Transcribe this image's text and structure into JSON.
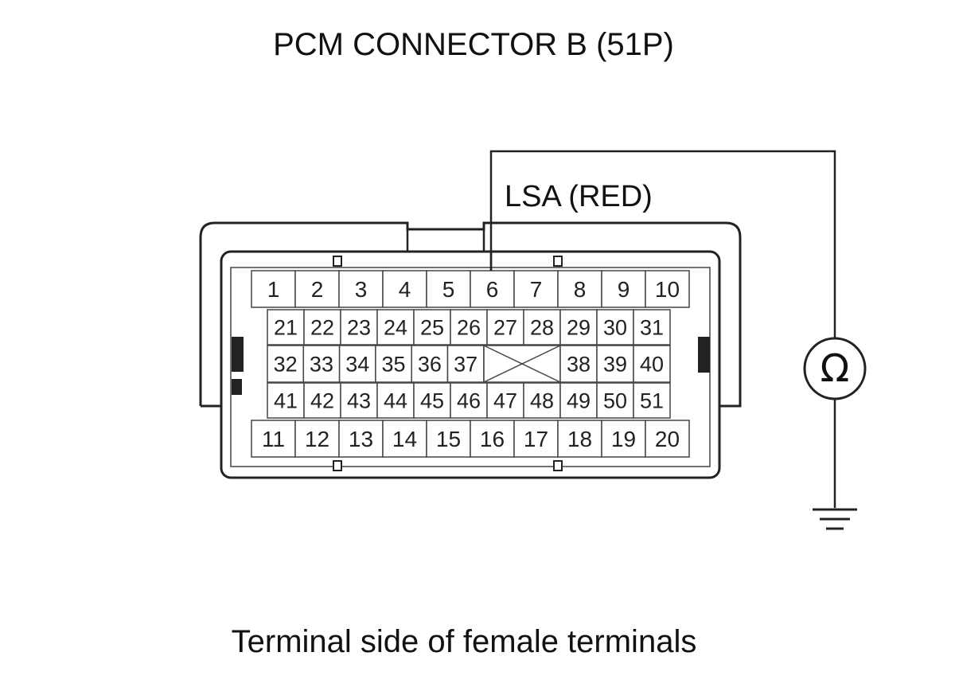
{
  "diagram": {
    "title": "PCM CONNECTOR B (51P)",
    "caption": "Terminal side of female terminals",
    "wire_label": "LSA (RED)",
    "meter_symbol": "Ω",
    "probe_terminal": "6",
    "icons": [
      "ohmmeter-icon",
      "ground-icon"
    ],
    "colors": {
      "line": "#222222",
      "text": "#111111",
      "background": "#ffffff"
    }
  },
  "connector": {
    "row_top": [
      "1",
      "2",
      "3",
      "4",
      "5",
      "6",
      "7",
      "8",
      "9",
      "10"
    ],
    "row_2": [
      "21",
      "22",
      "23",
      "24",
      "25",
      "26",
      "27",
      "28",
      "29",
      "30",
      "31"
    ],
    "row_3_left": [
      "32",
      "33",
      "34",
      "35",
      "36",
      "37"
    ],
    "row_3_right": [
      "38",
      "39",
      "40"
    ],
    "row_4": [
      "41",
      "42",
      "43",
      "44",
      "45",
      "46",
      "47",
      "48",
      "49",
      "50",
      "51"
    ],
    "row_bottom": [
      "11",
      "12",
      "13",
      "14",
      "15",
      "16",
      "17",
      "18",
      "19",
      "20"
    ]
  }
}
